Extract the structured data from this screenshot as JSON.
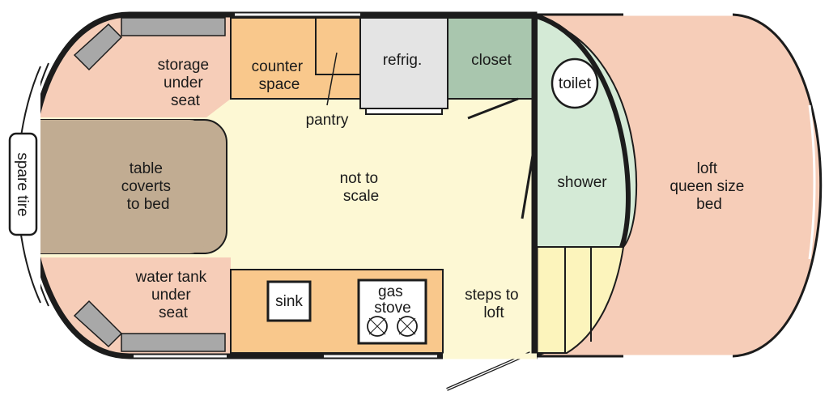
{
  "colors": {
    "floor": "#fdf8d4",
    "seating": "#f6cdb8",
    "table": "#c1ac92",
    "counter": "#f9c88c",
    "refrigerator": "#e4e4e4",
    "closet": "#a9c6ae",
    "bathroom": "#d4ead6",
    "steps": "#fcf4bc",
    "window": "#a8a8a8",
    "wall": "#1c1c1c"
  },
  "labels": {
    "storage_seat": [
      "storage",
      "under",
      "seat"
    ],
    "counter_space": [
      "counter",
      "space"
    ],
    "refrigerator": "refrig.",
    "closet": "closet",
    "pantry": "pantry",
    "toilet": "toilet",
    "shower": "shower",
    "table_bed": [
      "table",
      "coverts",
      "to bed"
    ],
    "scale_note": [
      "not to",
      "scale"
    ],
    "loft_bed": [
      "loft",
      "queen size",
      "bed"
    ],
    "spare_tire": "spare tire",
    "water_tank_seat": [
      "water tank",
      "under",
      "seat"
    ],
    "sink": "sink",
    "gas_stove": [
      "gas",
      "stove"
    ],
    "steps_to_loft": [
      "steps to",
      "loft"
    ]
  }
}
